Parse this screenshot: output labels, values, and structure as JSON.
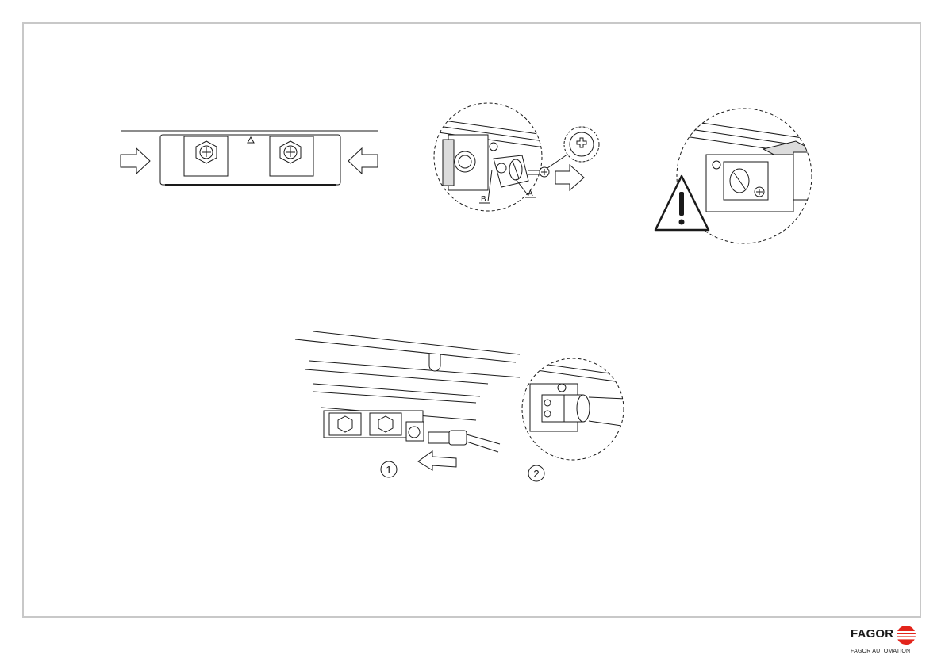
{
  "callouts": {
    "a": "A",
    "b": "B"
  },
  "steps": {
    "step1": "1",
    "step2": "2"
  },
  "brand": {
    "name": "FAGOR",
    "subtitle": "FAGOR AUTOMATION",
    "accent": "#e3241b"
  },
  "icons": [
    "push-arrow-icon",
    "pull-arrow-icon",
    "phillips-screw-icon",
    "warning-triangle-icon",
    "fagor-logo-icon"
  ],
  "colors": {
    "line": "#1a1a1a",
    "shade": "#dcdcdc",
    "frame": "#c8c8c8",
    "warning_fill": "#ffffff"
  }
}
